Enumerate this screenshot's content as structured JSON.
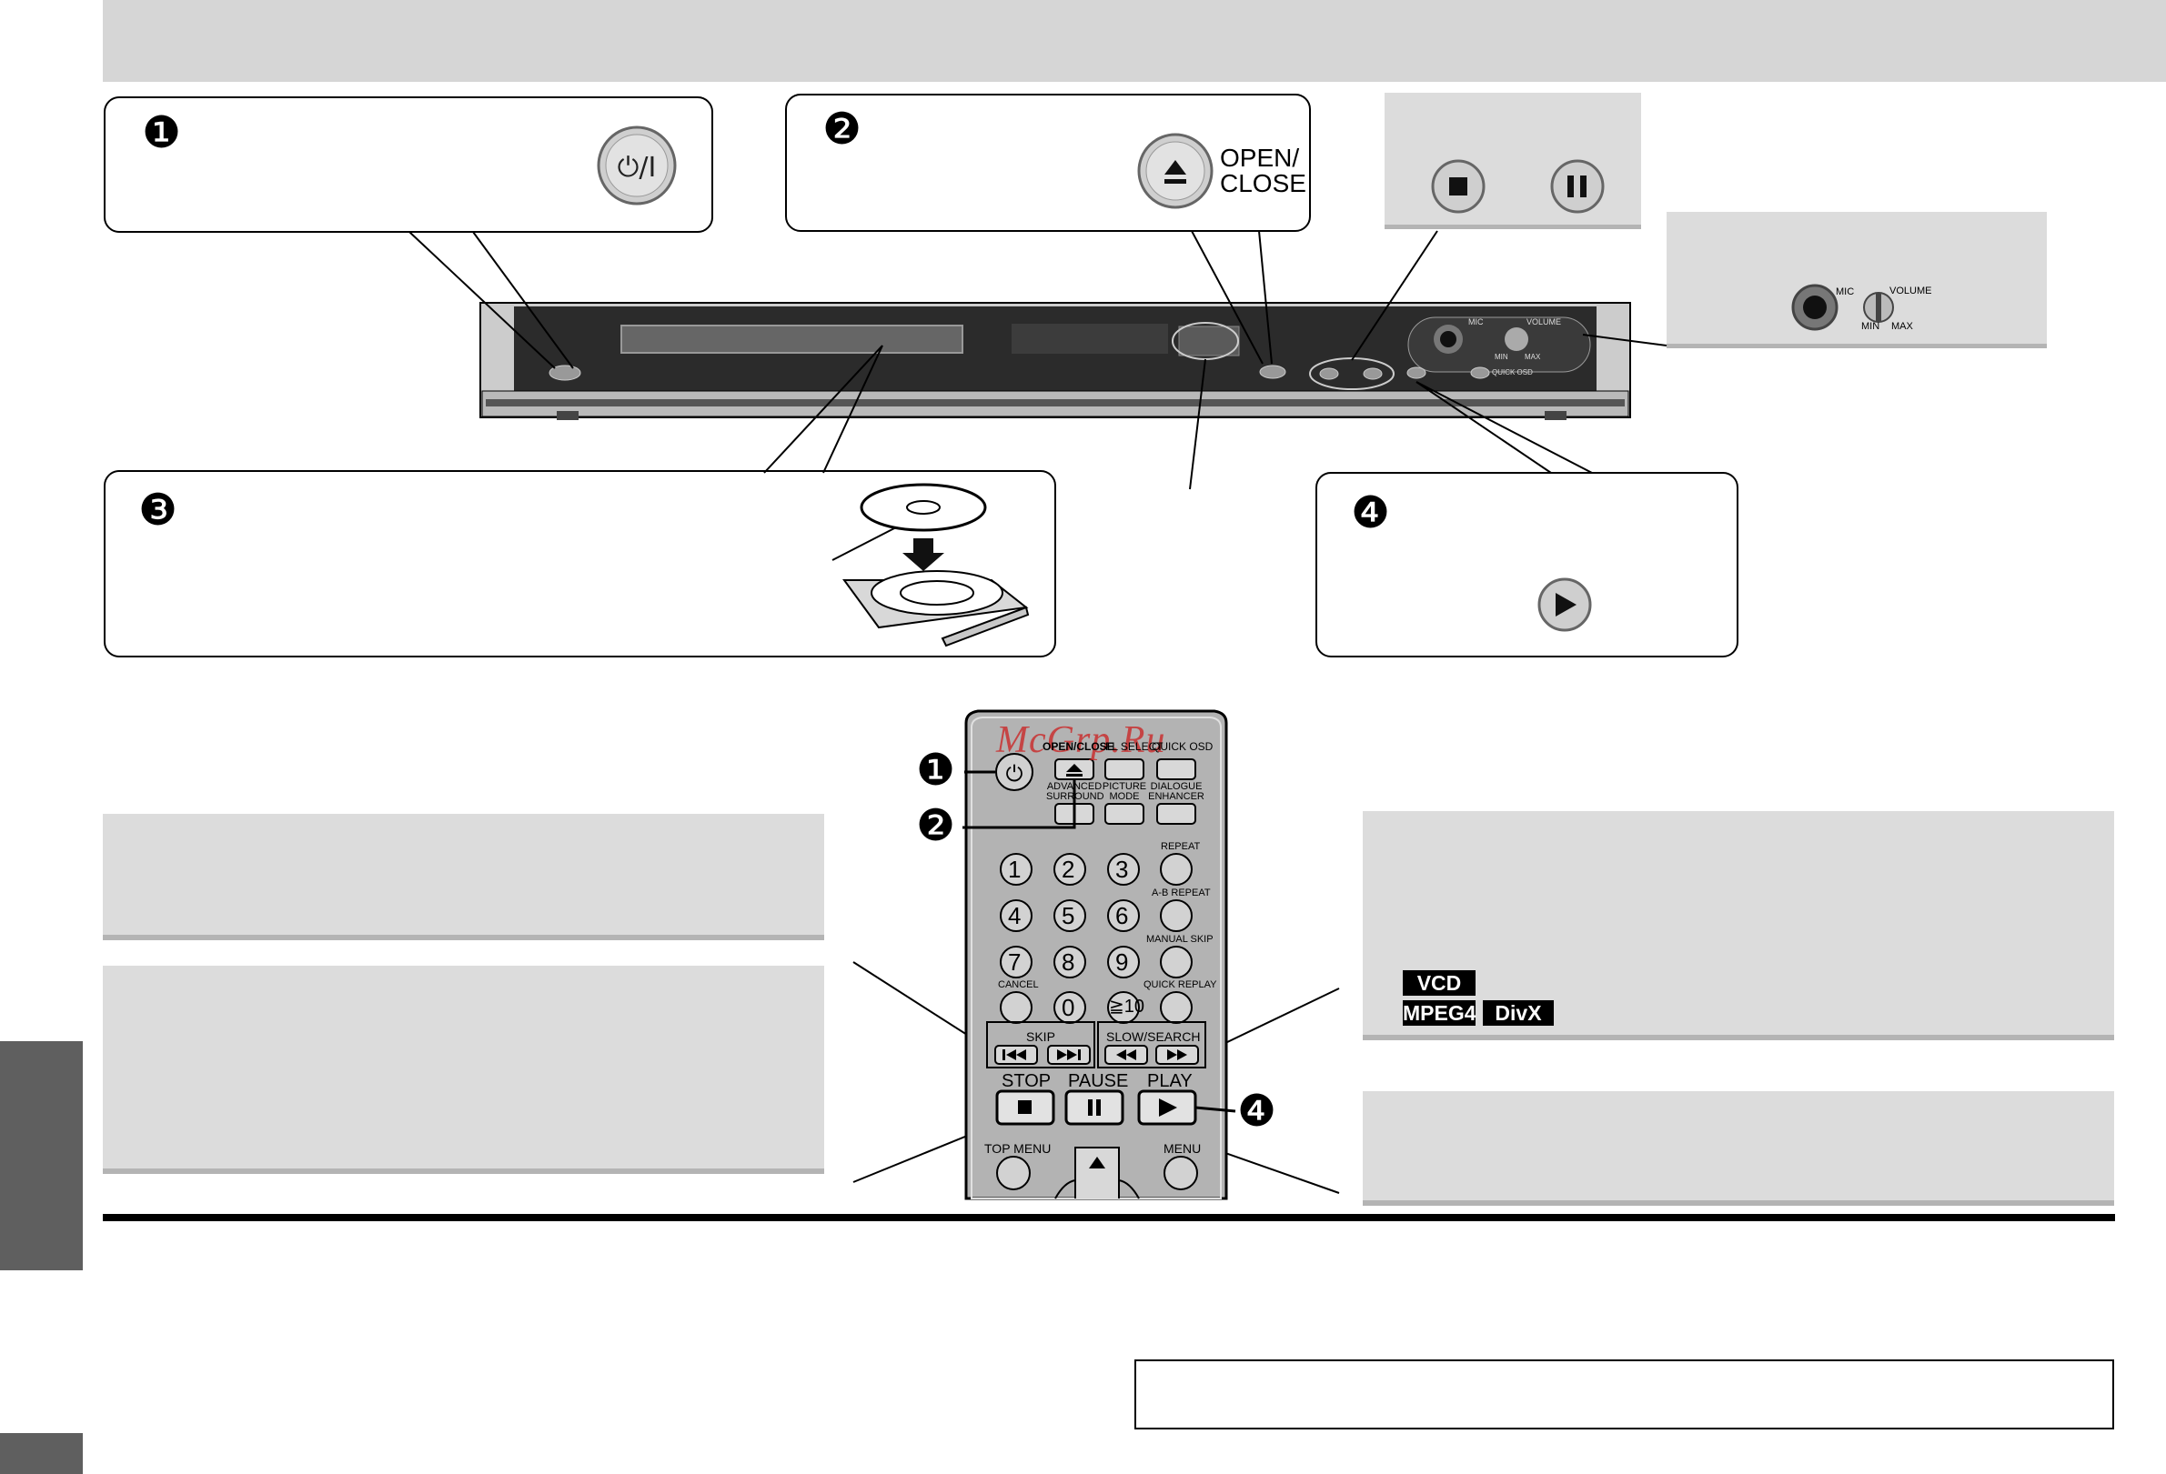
{
  "steps": {
    "s1": "❶",
    "s2": "❷",
    "s3": "❸",
    "s4": "❹"
  },
  "callout_open_close": {
    "line1": "OPEN/",
    "line2": "CLOSE"
  },
  "jack_panel": {
    "mic": "MIC",
    "volume": "VOLUME",
    "min": "MIN",
    "max": "MAX"
  },
  "unit_front": {
    "mic": "MIC",
    "volume": "VOLUME",
    "min": "MIN",
    "max": "MAX",
    "quick_osd": "QUICK OSD"
  },
  "remote": {
    "watermark": "McGrp.Ru",
    "top_labels": [
      "OPEN/CLOSE",
      "FL SELECT",
      "QUICK OSD"
    ],
    "row2_labels": [
      "ADVANCED SURROUND",
      "PICTURE MODE",
      "DIALOGUE ENHANCER"
    ],
    "digits": [
      "1",
      "2",
      "3",
      "4",
      "5",
      "6",
      "7",
      "8",
      "9",
      "0"
    ],
    "side_labels": {
      "repeat": "REPEAT",
      "ab_repeat": "A-B REPEAT",
      "manual_skip": "MANUAL SKIP",
      "quick_replay": "QUICK REPLAY",
      "cancel": "CANCEL",
      "ge10": "≧10"
    },
    "skip": "SKIP",
    "slow_search": "SLOW/SEARCH",
    "stop": "STOP",
    "pause": "PAUSE",
    "play": "PLAY",
    "top_menu": "TOP MENU",
    "menu": "MENU"
  },
  "format_tags": [
    "VCD",
    "MPEG4",
    "DivX"
  ]
}
